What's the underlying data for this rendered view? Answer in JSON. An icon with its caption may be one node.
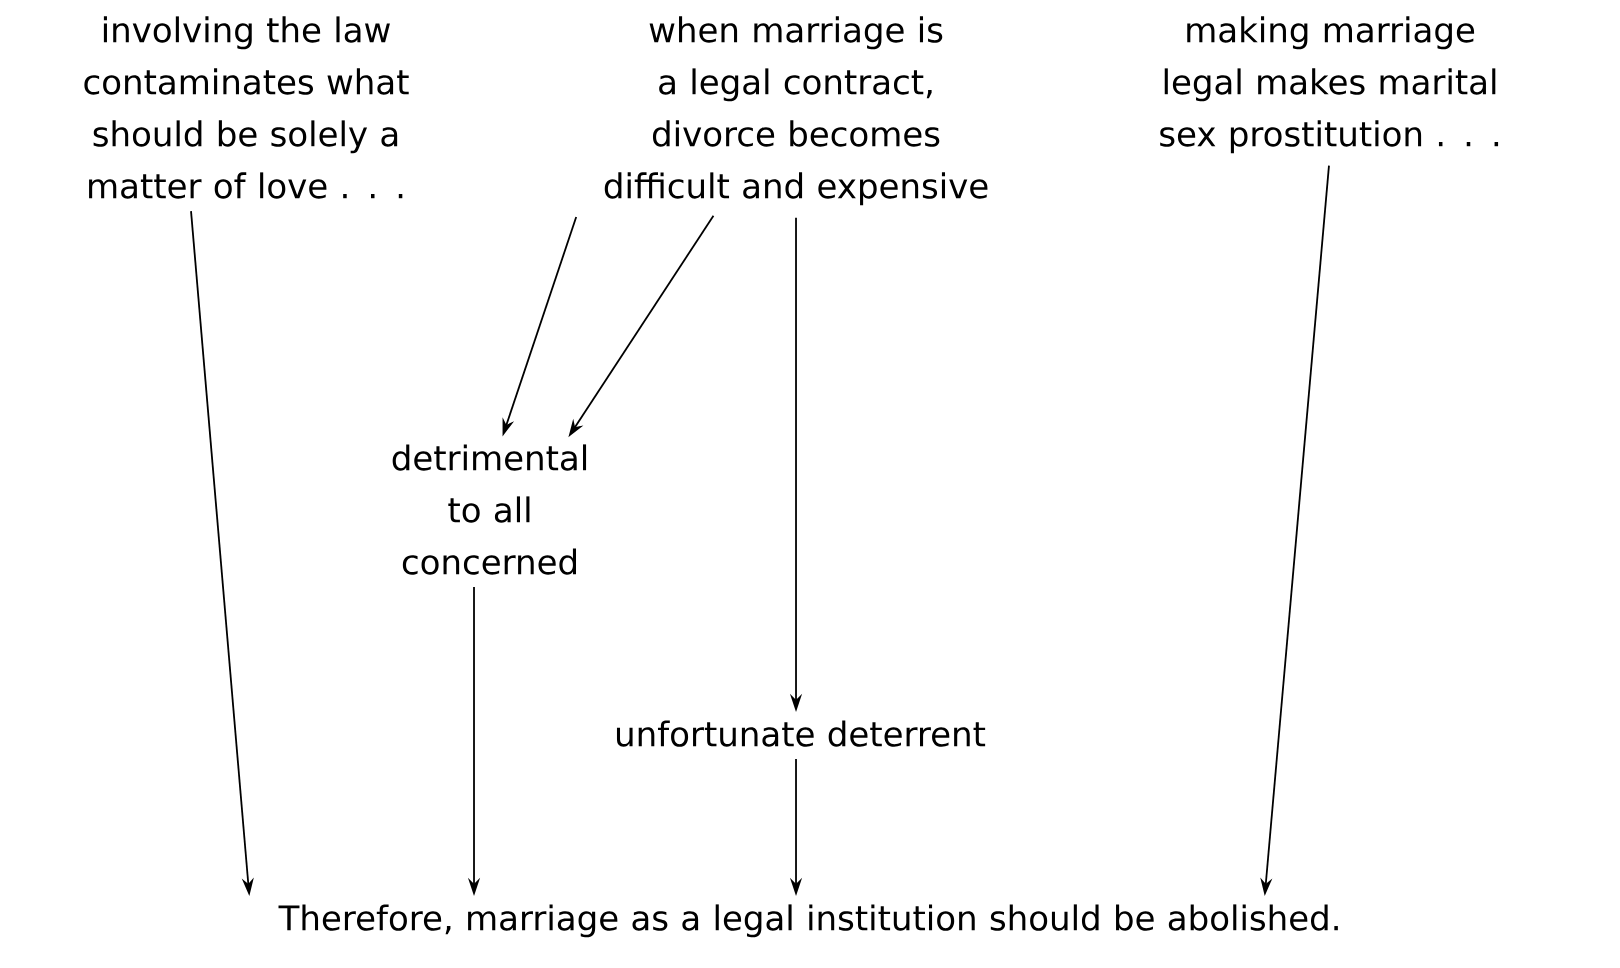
{
  "diagram": {
    "nodes": [
      {
        "text": [
          "involving the law contaminates what should be solely a matter of love . . ."
        ]
      },
      {
        "text": [
          "when marriage is a legal contract, divorce becomes difficult and expensive"
        ]
      },
      {
        "text": [
          "making marriage legal makes marital sex prostitution . . ."
        ]
      },
      {
        "text": [
          "detrimental to all concerned"
        ]
      },
      {
        "text": [
          "unfortunate deterrent"
        ]
      },
      {
        "text": [
          "Therefore, marriage as a legal institution should be abolished."
        ]
      }
    ],
    "edges": [
      {
        "from": 0,
        "to": 5,
        "arrow": "to"
      },
      {
        "from": 1,
        "to": 3,
        "arrow": "to"
      },
      {
        "from": 1,
        "to": 3,
        "arrow": "to"
      },
      {
        "from": 1,
        "to": 4,
        "arrow": "to"
      },
      {
        "from": 2,
        "to": 5,
        "arrow": "to"
      },
      {
        "from": 3,
        "to": 5,
        "arrow": "to"
      },
      {
        "from": 4,
        "to": 5,
        "arrow": "to"
      }
    ]
  }
}
